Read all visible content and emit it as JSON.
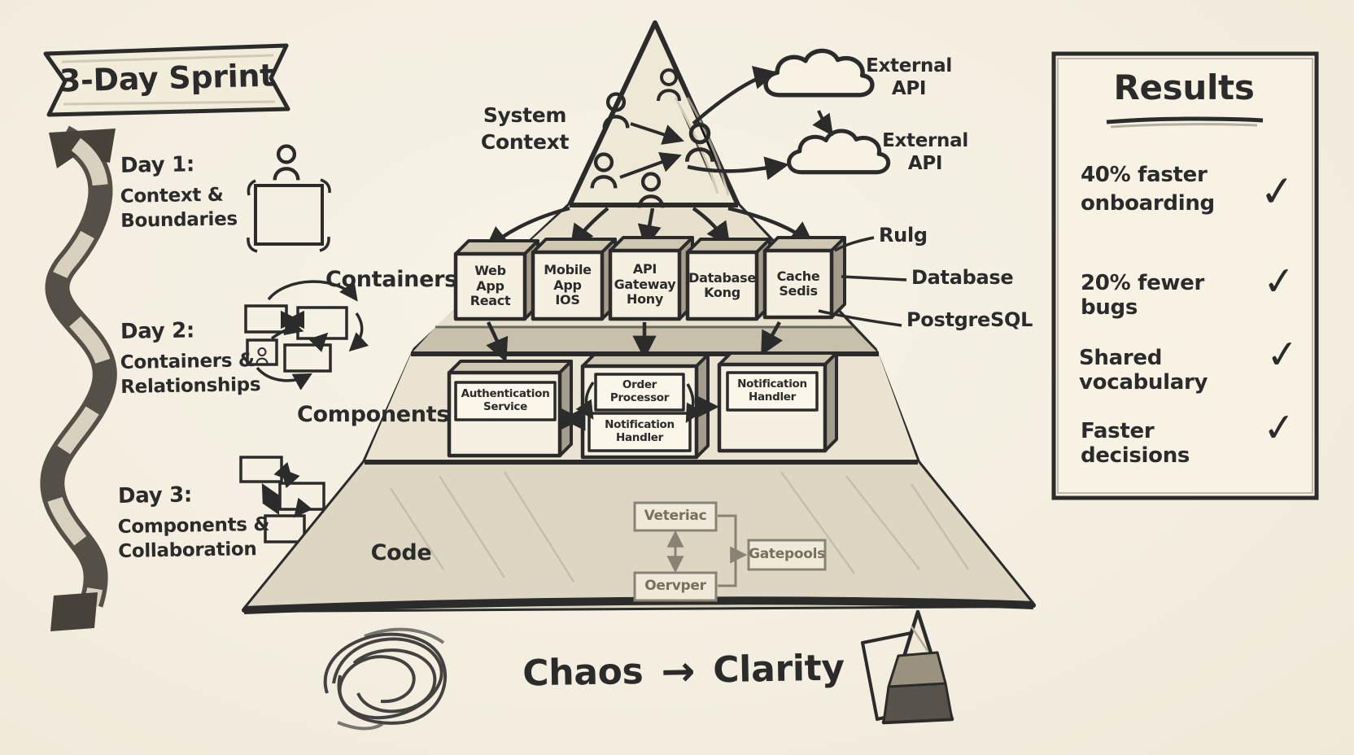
{
  "banner": {
    "title": "3-Day Sprint"
  },
  "timeline": [
    {
      "title": "Day 1:",
      "desc": "Context &\nBoundaries"
    },
    {
      "title": "Day 2:",
      "desc": "Containers &\nRelationships"
    },
    {
      "title": "Day 3:",
      "desc": "Components &\nCollaboration"
    }
  ],
  "pyramid": {
    "context_label": "System\nContext",
    "containers_label": "Containers",
    "components_label": "Components",
    "code_label": "Code",
    "external_apis": [
      "External\nAPI",
      "External\nAPI"
    ],
    "containers": [
      "Web\nApp\nReact",
      "Mobile\nApp\nIOS",
      "API\nGateway\nHony",
      "Database\nKong",
      "Cache\nSedis"
    ],
    "annotations": [
      "Rulg",
      "Database",
      "PostgreSQL"
    ],
    "components": [
      "Authentication\nService",
      "Order\nProcessor",
      "Notification\nHandler",
      "Notification\nHandler"
    ],
    "code_modules": [
      "Veteriac",
      "Gatepools",
      "Oervper"
    ]
  },
  "results": {
    "title": "Results",
    "items": [
      {
        "text": "40% faster\nonboarding",
        "check": "✓"
      },
      {
        "text": "20% fewer bugs",
        "check": "✓"
      },
      {
        "text": "Shared vocabulary",
        "check": "✓"
      },
      {
        "text": "Faster decisions",
        "check": "✓"
      }
    ]
  },
  "footer": {
    "from": "Chaos",
    "arrow": "→",
    "to": "Clarity"
  },
  "colors": {
    "paper": "#f5f0e3",
    "ink": "#2b2b2b",
    "pencil": "#8a8275"
  }
}
